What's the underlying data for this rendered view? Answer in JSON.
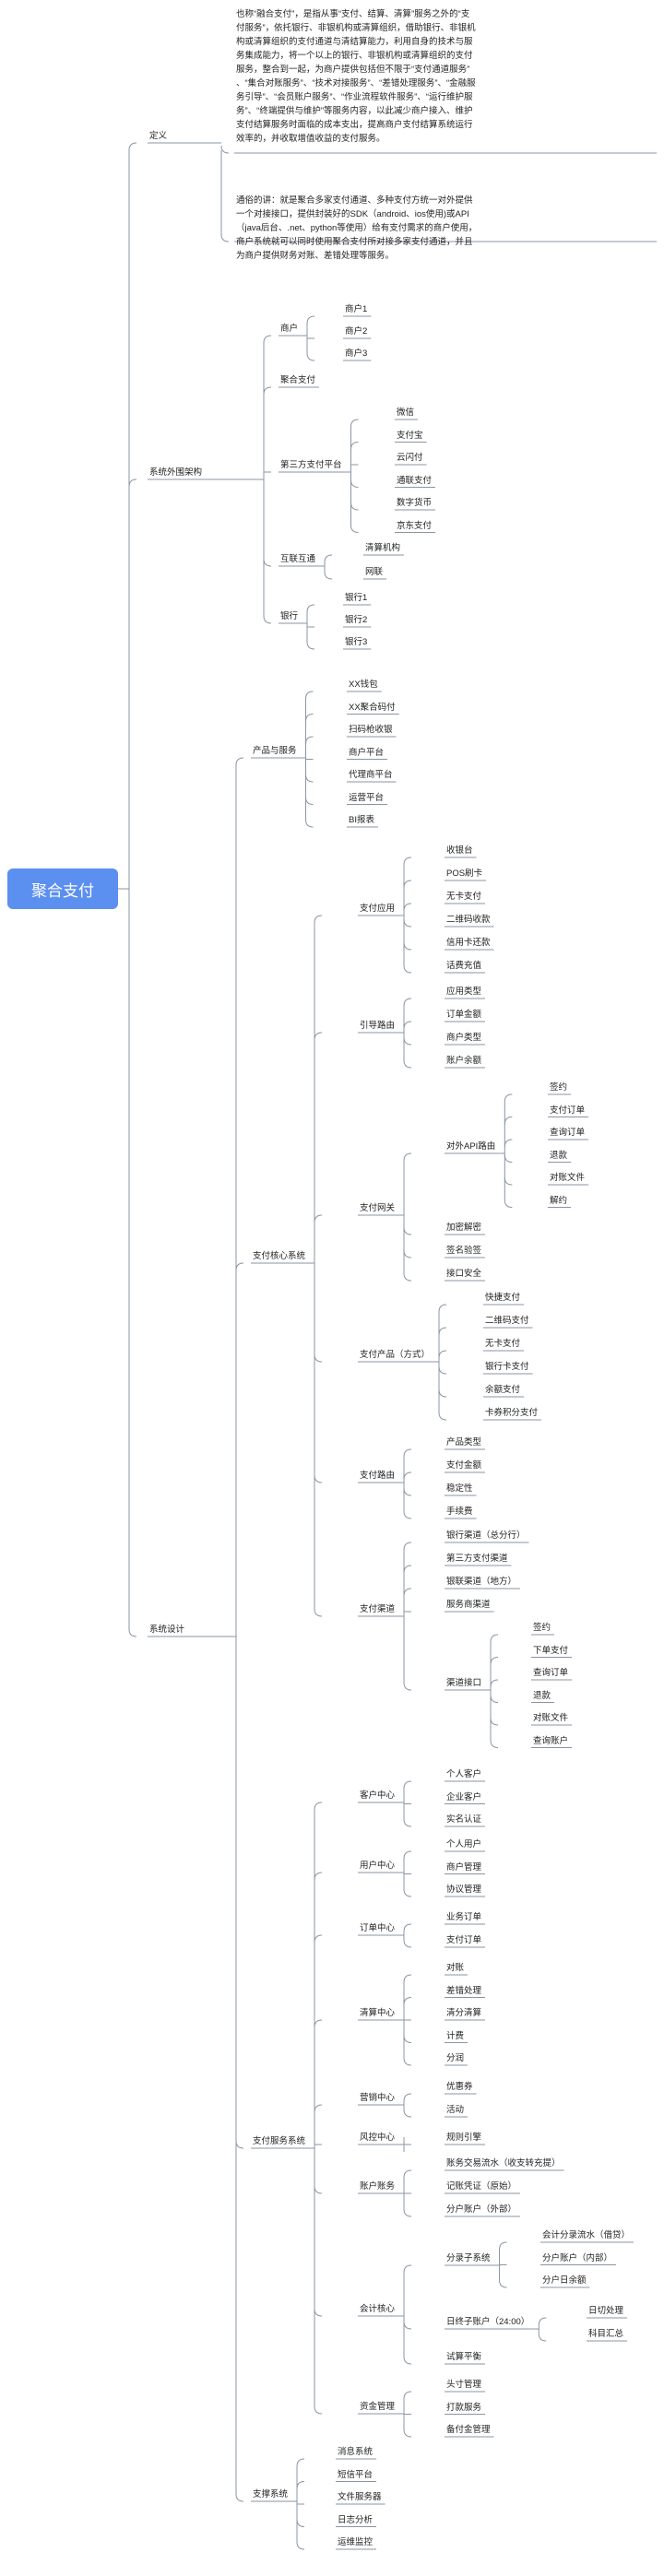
{
  "root": {
    "label": "聚合支付"
  },
  "branches": {
    "definition": {
      "label": "定义",
      "para1": [
        "也称“融合支付”，是指从事“支付、结算、清算”服务之外的“支",
        "付服务”，依托银行、非银机构或清算组织，借助银行、非银机",
        "构或清算组织的支付通道与清结算能力，利用自身的技术与服",
        "务集成能力，将一个以上的银行、非银机构或清算组织的支付",
        "服务，整合到一起，为商户提供包括但不限于“支付通道服务”",
        "、“集合对账服务”、“技术对接服务”、“差错处理服务”、“金融服",
        "务引导”、“会员账户服务”、“作业流程软件服务”、“运行维护服",
        "务”、“终端提供与维护”等服务内容，以此减少商户接入、维护",
        "支付结算服务时面临的成本支出，提高商户支付结算系统运行",
        "效率的，并收取增值收益的支付服务。"
      ],
      "para2": [
        "通俗的讲：就是聚合多家支付通道、多种支付方统一对外提供",
        "一个对接接口，提供封装好的SDK（android、ios使用)或API",
        "（java后台、.net、python等使用）给有支付需求的商户使用，",
        "商户系统就可以同时使用聚合支付所对接多家支付通道，并且",
        "为商户提供财务对账、差错处理等服务。"
      ]
    },
    "external": {
      "label": "系统外围架构",
      "merchant": {
        "label": "商户",
        "items": [
          "商户1",
          "商户2",
          "商户3"
        ]
      },
      "aggregate": {
        "label": "聚合支付"
      },
      "third_party": {
        "label": "第三方支付平台",
        "items": [
          "微信",
          "支付宝",
          "云闪付",
          "通联支付",
          "数字货币",
          "京东支付"
        ]
      },
      "interconnect": {
        "label": "互联互通",
        "items": [
          "清算机构",
          "网联"
        ]
      },
      "bank": {
        "label": "银行",
        "items": [
          "银行1",
          "银行2",
          "银行3"
        ]
      }
    },
    "design": {
      "label": "系统设计",
      "products": {
        "label": "产品与服务",
        "items": [
          "XX钱包",
          "XX聚合码付",
          "扫码枪收银",
          "商户平台",
          "代理商平台",
          "运营平台",
          "BI报表"
        ]
      },
      "core": {
        "label": "支付核心系统",
        "app": {
          "label": "支付应用",
          "items": [
            "收银台",
            "POS刷卡",
            "无卡支付",
            "二维码收款",
            "信用卡还款",
            "话费充值"
          ]
        },
        "route_guide": {
          "label": "引导路由",
          "items": [
            "应用类型",
            "订单金额",
            "商户类型",
            "账户余额"
          ]
        },
        "gateway": {
          "label": "支付网关",
          "api": {
            "label": "对外API路由",
            "items": [
              "签约",
              "支付订单",
              "查询订单",
              "退款",
              "对账文件",
              "解约"
            ]
          },
          "items": [
            "加密解密",
            "签名验签",
            "接口安全"
          ]
        },
        "product": {
          "label": "支付产品（方式）",
          "items": [
            "快捷支付",
            "二维码支付",
            "无卡支付",
            "银行卡支付",
            "余额支付",
            "卡券积分支付"
          ]
        },
        "pay_route": {
          "label": "支付路由",
          "items": [
            "产品类型",
            "支付金额",
            "稳定性",
            "手续费"
          ]
        },
        "channel": {
          "label": "支付渠道",
          "items": [
            "银行渠道（总分行）",
            "第三方支付渠道",
            "银联渠道（地方）",
            "服务商渠道"
          ],
          "iface": {
            "label": "渠道接口",
            "items": [
              "签约",
              "下单支付",
              "查询订单",
              "退款",
              "对账文件",
              "查询账户"
            ]
          }
        }
      },
      "service": {
        "label": "支付服务系统",
        "customer": {
          "label": "客户中心",
          "items": [
            "个人客户",
            "企业客户",
            "实名认证"
          ]
        },
        "user": {
          "label": "用户中心",
          "items": [
            "个人用户",
            "商户管理",
            "协议管理"
          ]
        },
        "order": {
          "label": "订单中心",
          "items": [
            "业务订单",
            "支付订单"
          ]
        },
        "settle": {
          "label": "清算中心",
          "items": [
            "对账",
            "差错处理",
            "清分清算",
            "计费",
            "分润"
          ]
        },
        "marketing": {
          "label": "营销中心",
          "items": [
            "优惠券",
            "活动"
          ]
        },
        "risk": {
          "label": "风控中心",
          "items": [
            "规则引擎"
          ]
        },
        "account": {
          "label": "账户账务",
          "items": [
            "账务交易流水（收支转充提）",
            "记账凭证（原始）",
            "分户账户（外部）"
          ]
        },
        "accounting": {
          "label": "会计核心",
          "sub_system": {
            "label": "分录子系统",
            "items": [
              "会计分录流水（借贷）",
              "分户账户（内部）",
              "分户日余额"
            ]
          },
          "eod": {
            "label": "日终子账户（24:00）",
            "items": [
              "日切处理",
              "科目汇总"
            ]
          },
          "trial": {
            "label": "试算平衡"
          }
        },
        "funds": {
          "label": "资金管理",
          "items": [
            "头寸管理",
            "打款服务",
            "备付金管理"
          ]
        }
      },
      "support": {
        "label": "支撑系统",
        "items": [
          "消息系统",
          "短信平台",
          "文件服务器",
          "日志分析",
          "运维监控"
        ]
      }
    }
  }
}
